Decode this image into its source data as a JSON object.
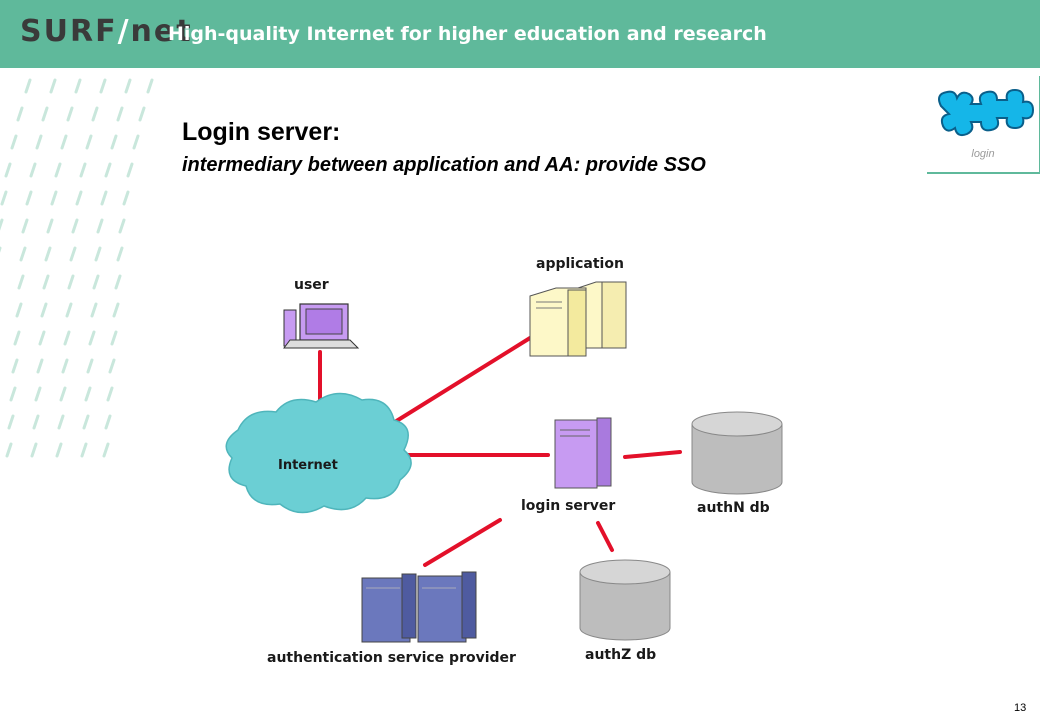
{
  "header": {
    "logo_surf": "SURF",
    "logo_net": "net",
    "tagline": "High-quality Internet for higher education and research"
  },
  "slide": {
    "title": "Login server:",
    "subtitle": "intermediary between application and AA: provide SSO",
    "badge_label": "login",
    "page_number": "13"
  },
  "diagram": {
    "nodes": {
      "user": "user",
      "application": "application",
      "internet": "Internet",
      "login_server": "login server",
      "authn_db": "authN db",
      "authz_db": "authZ db",
      "asp": "authentication service provider"
    },
    "colors": {
      "link": "#e3102a",
      "cloud": "#6bcfd4",
      "server_user": "#c79bf2",
      "server_app": "#fdf8c8",
      "server_asp": "#6b78bd",
      "database": "#bdbdbd",
      "puzzle": "#15b6e8",
      "header": "#5fb99b"
    }
  }
}
